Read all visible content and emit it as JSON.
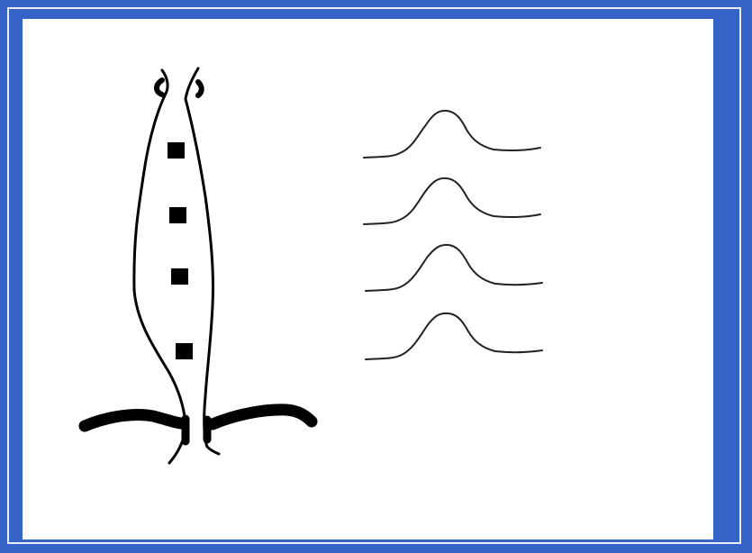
{
  "colors": {
    "background": "#3563c8",
    "frame_border": "#e8eefc",
    "panel": "#ffffff",
    "ink": "#000000",
    "trace": "#222222"
  },
  "diagram": {
    "structure_icon": "elongated-vessel-icon",
    "marker_count": 4,
    "trace_count": 4,
    "trace_shape": "single-peak"
  }
}
